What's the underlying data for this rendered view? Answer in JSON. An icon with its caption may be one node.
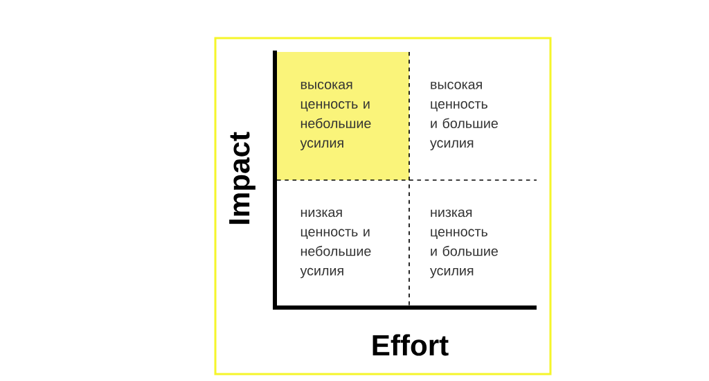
{
  "diagram": {
    "nodes": [
      {
        "text": [
          "высокая ценность и небольшие усилия"
        ]
      },
      {
        "text": [
          "высокая ценность и большие усилия"
        ]
      },
      {
        "text": [
          "низкая ценность и небольшие усилия"
        ]
      },
      {
        "text": [
          "низкая ценность и большие усилия"
        ]
      }
    ],
    "labels": [
      "Impact",
      "Effort"
    ]
  }
}
